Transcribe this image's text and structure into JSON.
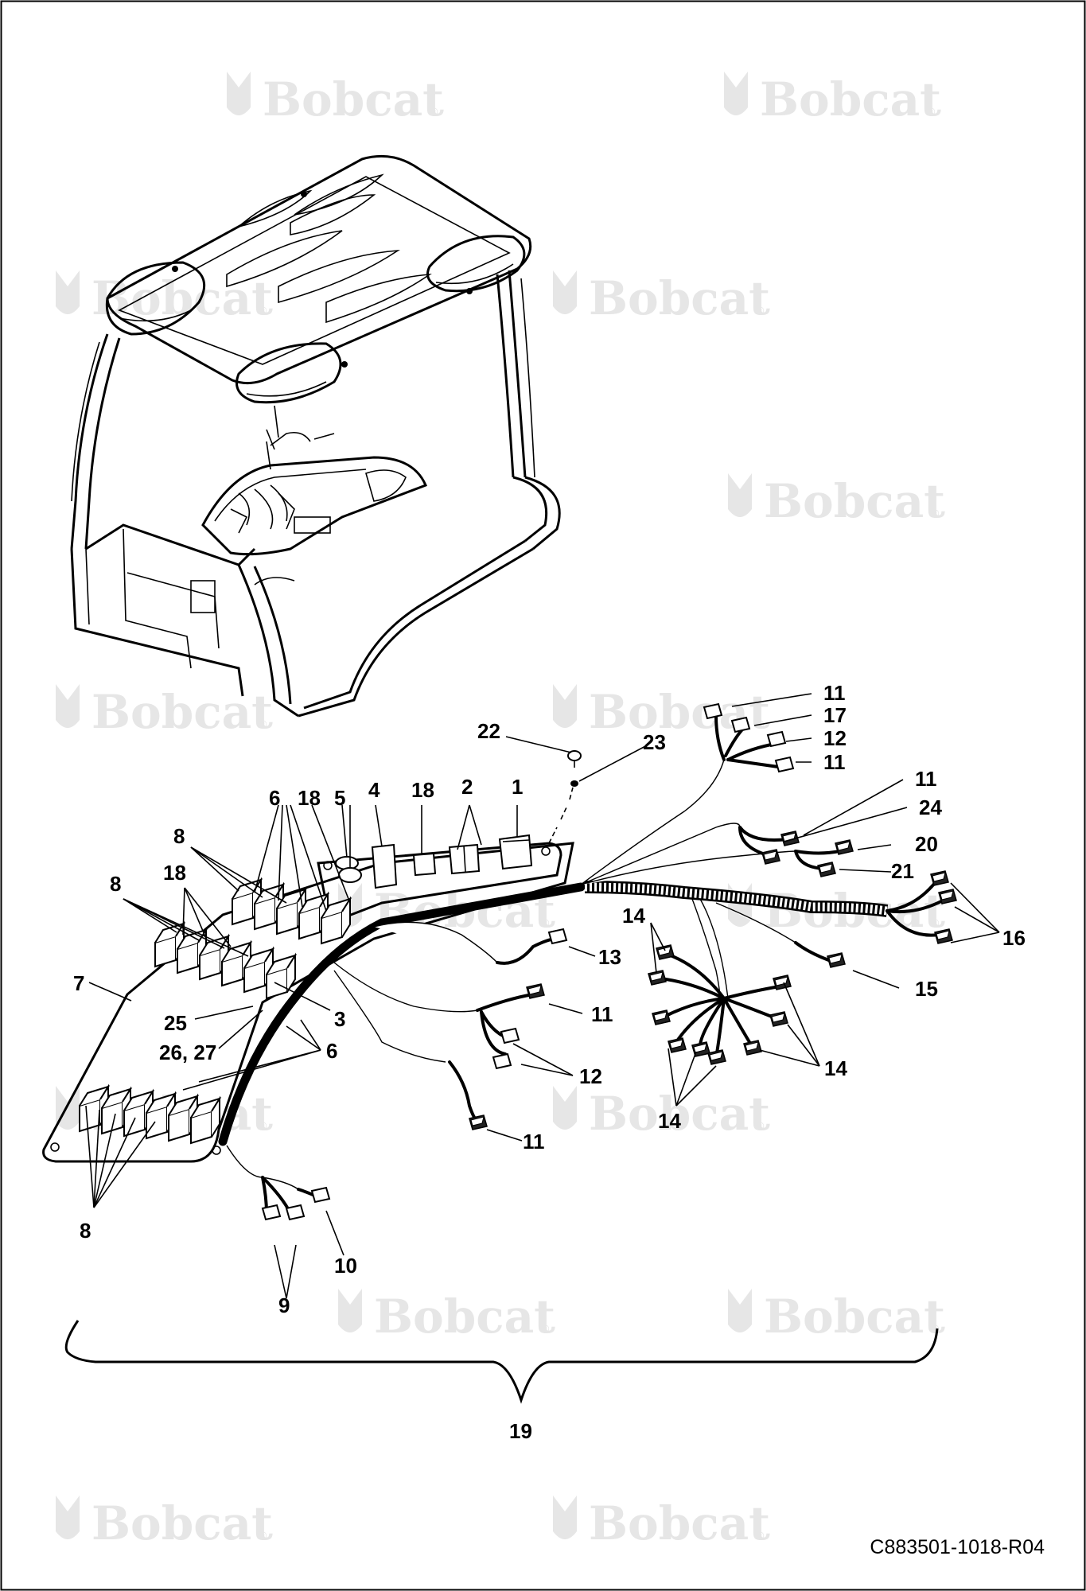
{
  "document": {
    "drawing_number": "C883501-1018-R04",
    "watermark_brand": "Bobcat",
    "watermark_mark": "®"
  },
  "colors": {
    "line": "#000000",
    "watermark": "#e6e6e6",
    "background": "#ffffff"
  },
  "callouts": {
    "c1": "1",
    "c2": "2",
    "c3": "3",
    "c4": "4",
    "c5": "5",
    "c6a": "6",
    "c6b": "6",
    "c7": "7",
    "c8a": "8",
    "c8b": "8",
    "c8c": "8",
    "c9": "9",
    "c10": "10",
    "c11a": "11",
    "c11b": "11",
    "c11c": "11",
    "c11d": "11",
    "c11e": "11",
    "c12a": "12",
    "c12b": "12",
    "c13": "13",
    "c14a": "14",
    "c14b": "14",
    "c14c": "14",
    "c15": "15",
    "c16": "16",
    "c17": "17",
    "c18a": "18",
    "c18b": "18",
    "c18c": "18",
    "c19": "19",
    "c20": "20",
    "c21": "21",
    "c22": "22",
    "c23": "23",
    "c24": "24",
    "c25": "25",
    "c2627": "26, 27"
  }
}
